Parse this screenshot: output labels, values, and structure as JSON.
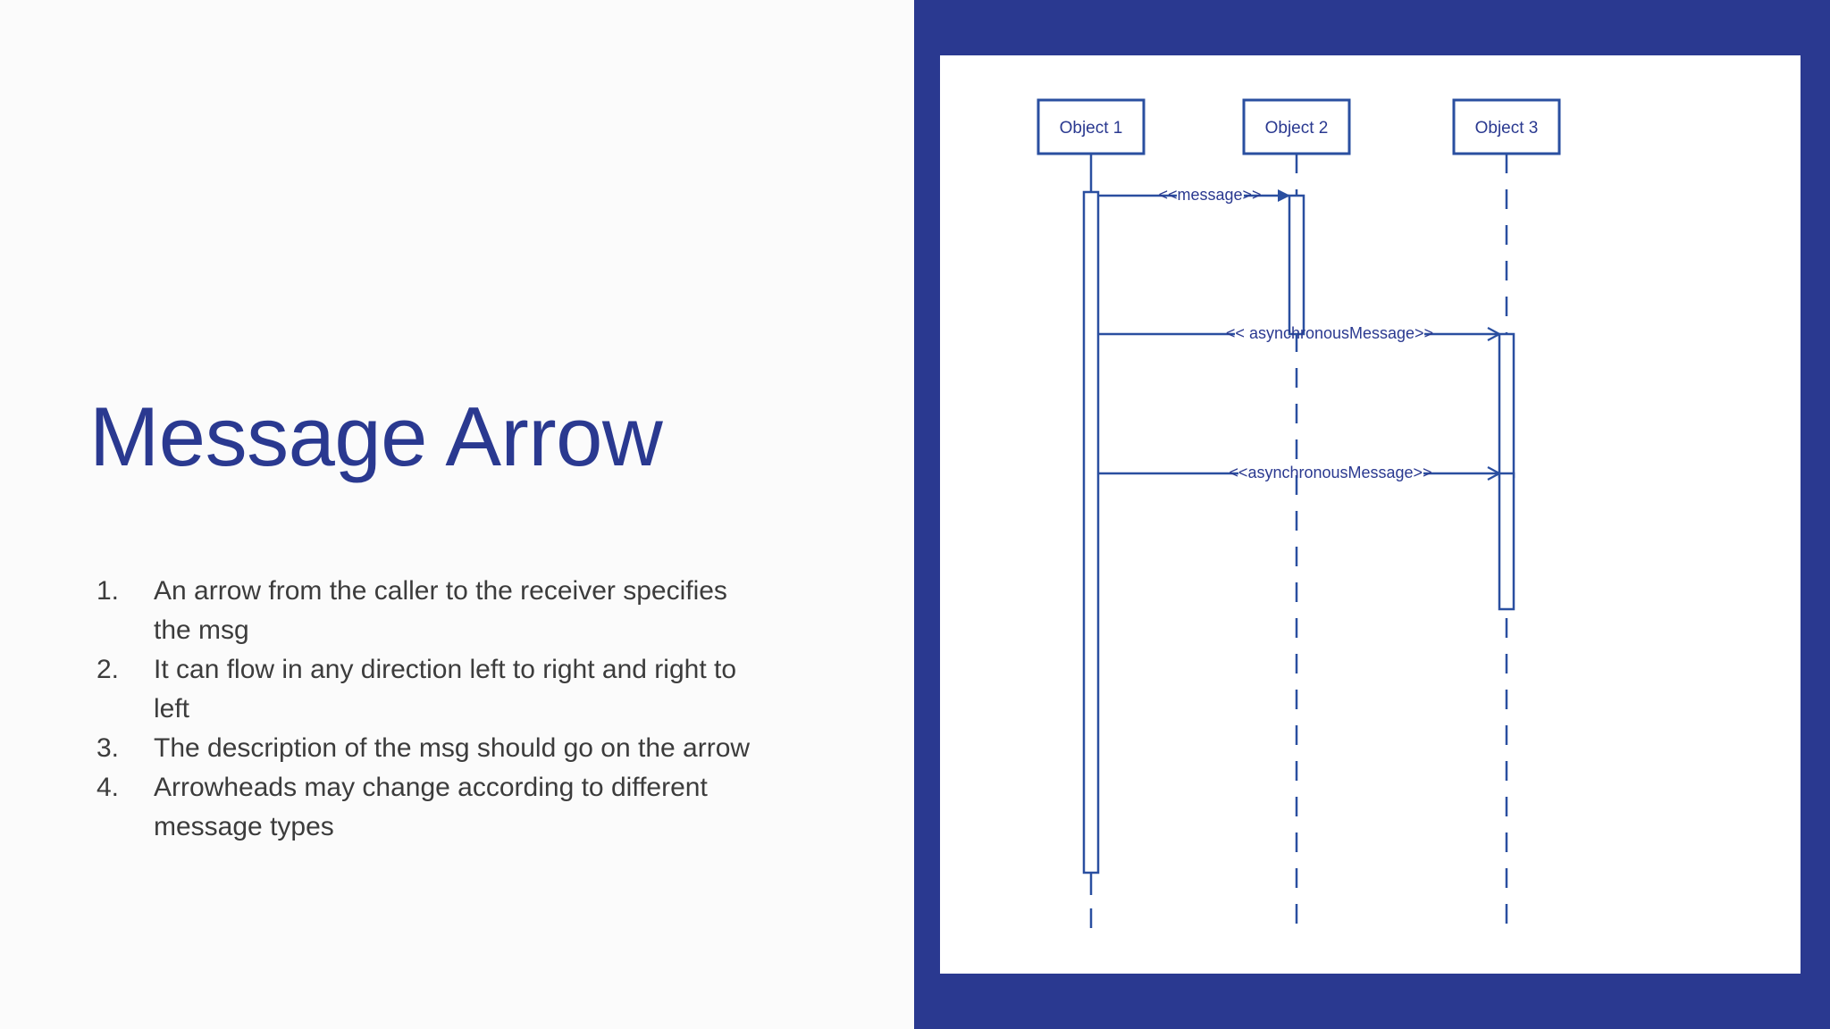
{
  "slide": {
    "title": "Message Arrow",
    "title_color": "#2a3990",
    "background_color": "#ffffff",
    "accent_color": "#2a3990"
  },
  "bullets": [
    {
      "number": "1.",
      "text": "An arrow from the caller to the receiver specifies the msg"
    },
    {
      "number": "2.",
      "text": "It can flow in any direction left to right and right to left"
    },
    {
      "number": "3.",
      "text": "The description of the msg should go on the arrow"
    },
    {
      "number": "4.",
      "text": "Arrowheads may change according to different message types"
    }
  ],
  "diagram": {
    "type": "uml-sequence-diagram",
    "line_color": "#2a4fa0",
    "objects": [
      {
        "label": "Object 1"
      },
      {
        "label": "Object 2"
      },
      {
        "label": "Object 3"
      }
    ],
    "messages": [
      {
        "label": "<<message>>",
        "from": "Object 1",
        "to": "Object 2",
        "arrowhead": "solid"
      },
      {
        "label": "<< asynchronousMessage>>",
        "from": "Object 1",
        "to": "Object 3",
        "arrowhead": "open"
      },
      {
        "label": "<<asynchronousMessage>>",
        "from": "Object 1",
        "to": "Object 3",
        "arrowhead": "open"
      }
    ]
  }
}
